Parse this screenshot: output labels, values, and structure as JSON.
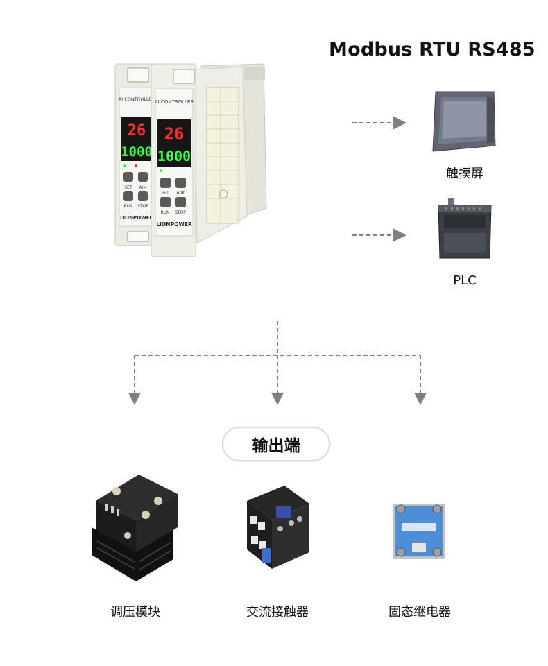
{
  "header": {
    "title": "Modbus RTU RS485"
  },
  "targets": {
    "touch_screen_label": "触摸屏",
    "plc_label": "PLC"
  },
  "output": {
    "title": "输出端",
    "items": [
      {
        "label": "调压模块",
        "icon": "voltage-regulator-module-icon"
      },
      {
        "label": "交流接触器",
        "icon": "ac-contactor-icon"
      },
      {
        "label": "固态继电器",
        "icon": "solid-state-relay-icon"
      }
    ]
  },
  "controller": {
    "units": [
      {
        "model": "AI CONTROLLER",
        "pv": "26",
        "sv": "1000",
        "brand": "LIONPOWER"
      },
      {
        "model": "AI CONTROLLER",
        "pv": "26",
        "sv": "1000",
        "brand": "LIONPOWER"
      }
    ],
    "keys": {
      "set": "SET",
      "am": "A/M",
      "run": "RUN",
      "stop": "STOP"
    }
  },
  "colors": {
    "arrow": "#7f7f7f",
    "pv_red": "#ff2a2a",
    "sv_green": "#36ff4a",
    "pill_border": "#dadada"
  }
}
